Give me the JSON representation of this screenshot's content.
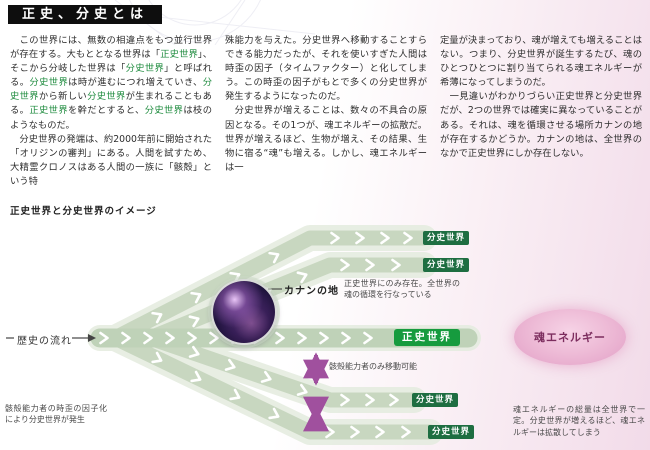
{
  "page": {
    "title": "正史、分史とは"
  },
  "article": {
    "highlight_terms": [
      "正史世界",
      "分史世界"
    ],
    "columns": [
      {
        "paragraphs": [
          "　この世界には、無数の相違点をもつ並行世界が存在する。大もととなる世界は「正史世界」、そこから分岐した世界は「分史世界」と呼ばれる。分史世界は時が進むにつれ増えていき、分史世界から新しい分史世界が生まれることもある。正史世界を幹だとすると、分史世界は枝のようなものだ。",
          "　分史世界の発端は、約2000年前に開始された「オリジンの審判」にある。人間を試すため、大精霊クロノスはある人間の一族に「骸殻」という特"
        ]
      },
      {
        "paragraphs": [
          "殊能力を与えた。分史世界へ移動することすらできる能力だったが、それを使いすぎた人間は時歪の因子（タイムファクター）と化してしまう。この時歪の因子がもとで多くの分史世界が発生するようになったのだ。",
          "　分史世界が増えることは、数々の不具合の原因となる。その1つが、魂エネルギーの拡散だ。世界が増えるほど、生物が増え、その結果、生物に宿る“魂”も増える。しかし、魂エネルギーは一"
        ]
      },
      {
        "paragraphs": [
          "定量が決まっており、魂が増えても増えることはない。つまり、分史世界が誕生するたび、魂のひとつひとつに割り当てられる魂エネルギーが希薄になってしまうのだ。",
          "　一見違いがわかりづらい正史世界と分史世界だが、2つの世界では確実に異なっていることがある。それは、魂を循環させる場所カナンの地が存在するかどうか。カナンの地は、全世界のなかで正史世界にしか存在しない。"
        ]
      }
    ]
  },
  "diagram": {
    "section_label": "正史世界と分史世界のイメージ",
    "history_flow_label": "歴史の流れ",
    "canaan_label": "カナンの地",
    "canaan_note": "正史世界にのみ存在。全世界の魂の循環を行なっている",
    "seishi_badge": "正史世界",
    "bunshi_badges": [
      "分史世界",
      "分史世界",
      "分史世界",
      "分史世界"
    ],
    "movement_note": "骸殻能力者のみ移動可能",
    "branch_origin_note": "骸殻能力者の時歪の因子化により分史世界が発生",
    "soul_energy_label": "魂エネルギー",
    "soul_energy_note": "魂エネルギーの総量は全世界で一定。分史世界が増えるほど、魂エネルギーは拡散してしまう",
    "colors": {
      "band_green": "#c8d7c0",
      "seishi_green": "#169b3e",
      "bunshi_green": "#1e6e41",
      "soul_pink": "#e9a9cb",
      "arrow_purple": "#a0509e"
    }
  }
}
